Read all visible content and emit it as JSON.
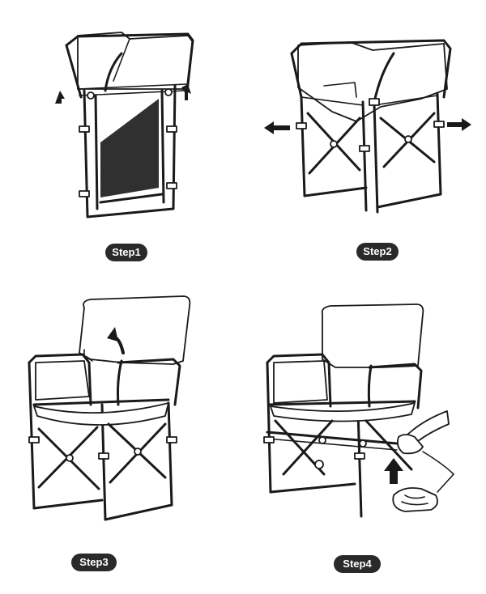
{
  "steps": [
    {
      "label": "Step1"
    },
    {
      "label": "Step2"
    },
    {
      "label": "Step3"
    },
    {
      "label": "Step4"
    }
  ],
  "colors": {
    "line": "#1a1a1a",
    "badge": "#2a2a2a",
    "badge_text": "#ffffff",
    "background": "#ffffff"
  },
  "icons": [
    "arrow-up-icon",
    "arrow-left-icon",
    "arrow-right-icon",
    "curved-arrow-icon",
    "hand-icon"
  ]
}
